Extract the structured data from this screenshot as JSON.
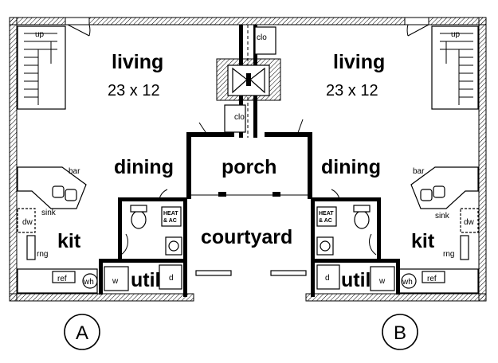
{
  "unit_a": {
    "living_label": "living",
    "living_dims": "23 x 12",
    "dining_label": "dining",
    "kit_label": "kit",
    "util_label": "util",
    "up_label": "up",
    "bar_label": "bar",
    "sink_label": "sink",
    "dw_label": "dw",
    "rng_label": "rng",
    "ref_label": "ref",
    "wh_label": "wh",
    "w_label": "w",
    "d_label": "d",
    "heat_label_1": "HEAT",
    "heat_label_2": "& AC",
    "unit_marker": "A"
  },
  "unit_b": {
    "living_label": "living",
    "living_dims": "23 x 12",
    "dining_label": "dining",
    "kit_label": "kit",
    "util_label": "util",
    "up_label": "up",
    "bar_label": "bar",
    "sink_label": "sink",
    "dw_label": "dw",
    "rng_label": "rng",
    "ref_label": "ref",
    "wh_label": "wh",
    "w_label": "w",
    "d_label": "d",
    "heat_label_1": "HEAT",
    "heat_label_2": "& AC",
    "unit_marker": "B"
  },
  "shared": {
    "porch_label": "porch",
    "courtyard_label": "courtyard",
    "clo_top_label": "clo",
    "clo_bottom_label": "clo"
  }
}
